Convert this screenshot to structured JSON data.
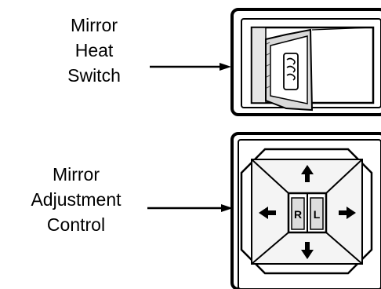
{
  "callouts": {
    "heat_switch": {
      "lines": [
        "Mirror",
        "Heat",
        "Switch"
      ]
    },
    "adjustment_control": {
      "lines": [
        "Mirror",
        "Adjustment",
        "Control"
      ]
    }
  },
  "adjustment_pad": {
    "right_label": "R",
    "left_label": "L",
    "arrows": [
      "up",
      "down",
      "left",
      "right"
    ]
  },
  "heat_switch_icon": "heater-wave-icon"
}
